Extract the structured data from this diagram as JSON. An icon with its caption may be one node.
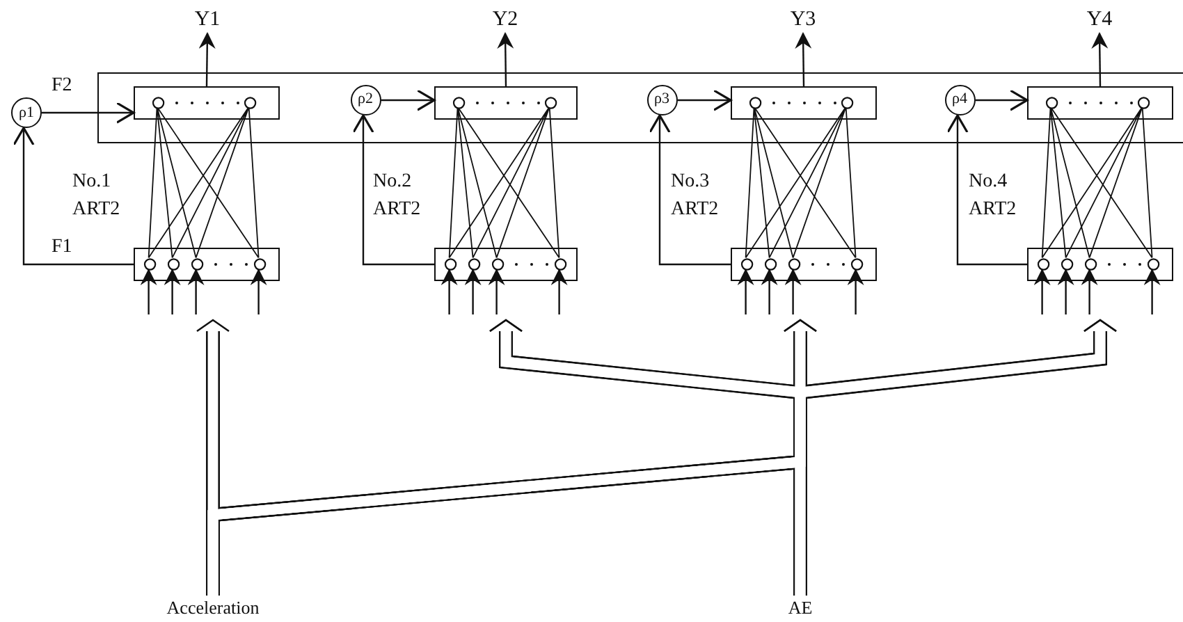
{
  "diagram": {
    "nodes": [
      {
        "text": [
          "F2"
        ]
      },
      {
        "text": [],
        "shape": "box",
        "in": 0
      },
      {
        "text": [
          "ρ1"
        ]
      },
      {
        "text": [
          "F1"
        ]
      },
      {
        "text": [],
        "shape": "box",
        "in": 0
      },
      {
        "text": [
          "ρ2"
        ],
        "in": 0
      },
      {
        "text": [],
        "shape": "box"
      },
      {
        "text": [],
        "shape": "box",
        "in": 0
      },
      {
        "text": [
          "ρ3"
        ],
        "in": 0
      },
      {
        "text": [],
        "shape": "box"
      },
      {
        "text": [],
        "shape": "box",
        "in": 0
      },
      {
        "text": [
          "ρ4"
        ],
        "in": 0
      },
      {
        "text": [],
        "shape": "box"
      },
      {
        "text": [
          "Y1"
        ]
      },
      {
        "text": [
          "Y2"
        ]
      },
      {
        "text": [
          "Y3"
        ]
      },
      {
        "text": [
          "Y4"
        ]
      },
      {
        "text": [
          "Acceleration"
        ]
      },
      {
        "text": [
          "AE"
        ]
      }
    ],
    "edges": [
      {
        "from": 1,
        "to": 13,
        "arrow": "to"
      },
      {
        "from": 4,
        "to": 14,
        "arrow": "to"
      },
      {
        "from": 7,
        "to": 15,
        "arrow": "to"
      },
      {
        "from": 10,
        "to": 16,
        "arrow": "to"
      },
      {
        "from": 2,
        "to": 1,
        "arrow": "to"
      },
      {
        "from": 5,
        "to": 4,
        "arrow": "to"
      },
      {
        "from": 8,
        "to": 7,
        "arrow": "to"
      },
      {
        "from": 11,
        "to": 10,
        "arrow": "to"
      },
      {
        "from": 3,
        "to": 2,
        "arrow": "to"
      },
      {
        "from": 6,
        "to": 5,
        "arrow": "to"
      },
      {
        "from": 9,
        "to": 8,
        "arrow": "to"
      },
      {
        "from": 12,
        "to": 11,
        "arrow": "to"
      },
      {
        "from": 1,
        "to": 3,
        "arrow": "none"
      },
      {
        "from": 4,
        "to": 6,
        "arrow": "none"
      },
      {
        "from": 7,
        "to": 9,
        "arrow": "none"
      },
      {
        "from": 10,
        "to": 12,
        "arrow": "none"
      },
      {
        "from": null,
        "to": 3,
        "arrow": "to"
      },
      {
        "from": null,
        "to": 3,
        "arrow": "to"
      },
      {
        "from": null,
        "to": 3,
        "arrow": "to"
      },
      {
        "from": null,
        "to": 3,
        "arrow": "to"
      },
      {
        "from": null,
        "to": 6,
        "arrow": "to"
      },
      {
        "from": null,
        "to": 6,
        "arrow": "to"
      },
      {
        "from": null,
        "to": 6,
        "arrow": "to"
      },
      {
        "from": null,
        "to": 6,
        "arrow": "to"
      },
      {
        "from": null,
        "to": 9,
        "arrow": "to"
      },
      {
        "from": null,
        "to": 9,
        "arrow": "to"
      },
      {
        "from": null,
        "to": 9,
        "arrow": "to"
      },
      {
        "from": null,
        "to": 9,
        "arrow": "to"
      },
      {
        "from": null,
        "to": 12,
        "arrow": "to"
      },
      {
        "from": null,
        "to": 12,
        "arrow": "to"
      },
      {
        "from": null,
        "to": 12,
        "arrow": "to"
      },
      {
        "from": null,
        "to": 12,
        "arrow": "to"
      },
      {
        "from": 17,
        "to": 3,
        "arrow": "to",
        "style": "thick"
      },
      {
        "from": 17,
        "to": 6,
        "arrow": "to",
        "style": "thick"
      },
      {
        "from": 17,
        "to": 9,
        "arrow": "to",
        "style": "thick"
      },
      {
        "from": 17,
        "to": 12,
        "arrow": "to",
        "style": "thick"
      },
      {
        "from": 18,
        "to": 6,
        "arrow": "to",
        "style": "thick"
      },
      {
        "from": 18,
        "to": 9,
        "arrow": "to",
        "style": "thick"
      },
      {
        "from": 18,
        "to": 12,
        "arrow": "to",
        "style": "thick"
      }
    ],
    "labels": [
      "No.1 ART2",
      "No.2 ART2",
      "No.3 ART2",
      "No.4 ART2"
    ]
  }
}
